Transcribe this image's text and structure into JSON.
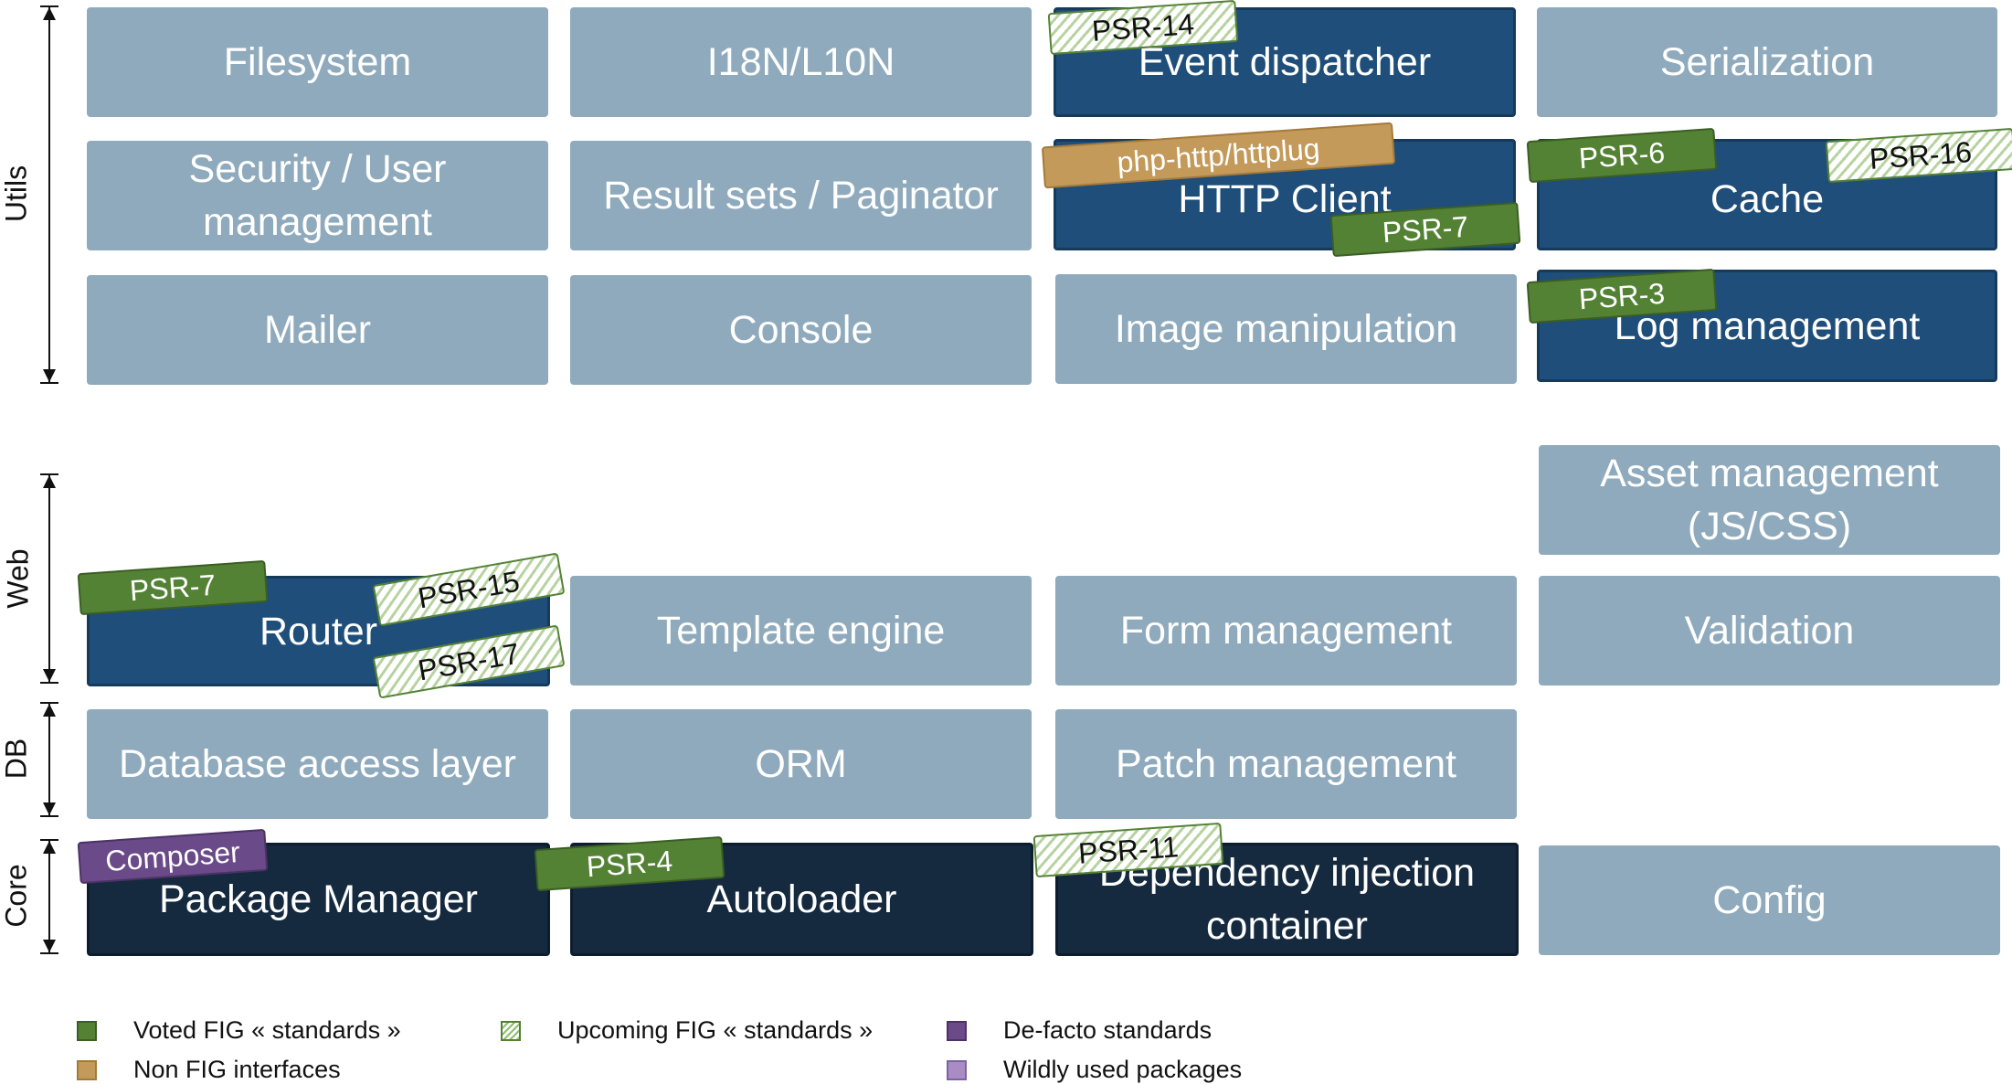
{
  "axes": {
    "utils": "Utils",
    "web": "Web",
    "db": "DB",
    "core": "Core"
  },
  "boxes": {
    "filesystem": "Filesystem",
    "i18n": "I18N/L10N",
    "event_dispatcher": "Event dispatcher",
    "serialization": "Serialization",
    "security": "Security / User\nmanagement",
    "result_sets": "Result sets / Paginator",
    "http_client": "HTTP Client",
    "cache": "Cache",
    "mailer": "Mailer",
    "console": "Console",
    "image_manipulation": "Image manipulation",
    "log_management": "Log management",
    "asset_management": "Asset management\n(JS/CSS)",
    "router": "Router",
    "template_engine": "Template engine",
    "form_management": "Form management",
    "validation": "Validation",
    "database_access": "Database access layer",
    "orm": "ORM",
    "patch_management": "Patch management",
    "package_manager": "Package Manager",
    "autoloader": "Autoloader",
    "dependency_injection": "Dependency injection\ncontainer",
    "config": "Config"
  },
  "tags": {
    "psr14": "PSR-14",
    "httplug": "php-http/httplug",
    "psr7_http": "PSR-7",
    "psr6": "PSR-6",
    "psr16": "PSR-16",
    "psr3": "PSR-3",
    "psr7_router": "PSR-7",
    "psr15": "PSR-15",
    "psr17": "PSR-17",
    "composer": "Composer",
    "psr4": "PSR-4",
    "psr11": "PSR-11"
  },
  "legend": {
    "voted": "Voted FIG « standards »",
    "upcoming": "Upcoming FIG « standards »",
    "defacto": "De-facto standards",
    "nonfig": "Non FIG interfaces",
    "wildly": "Wildly used packages"
  },
  "colors": {
    "light_box": "#8eaabc",
    "dark_box": "#1e4e79",
    "darkest_box": "#152a3f",
    "voted": "#548235",
    "nonfig": "#c49a5a",
    "defacto": "#6a4a88",
    "wildly": "#a98cc4"
  }
}
